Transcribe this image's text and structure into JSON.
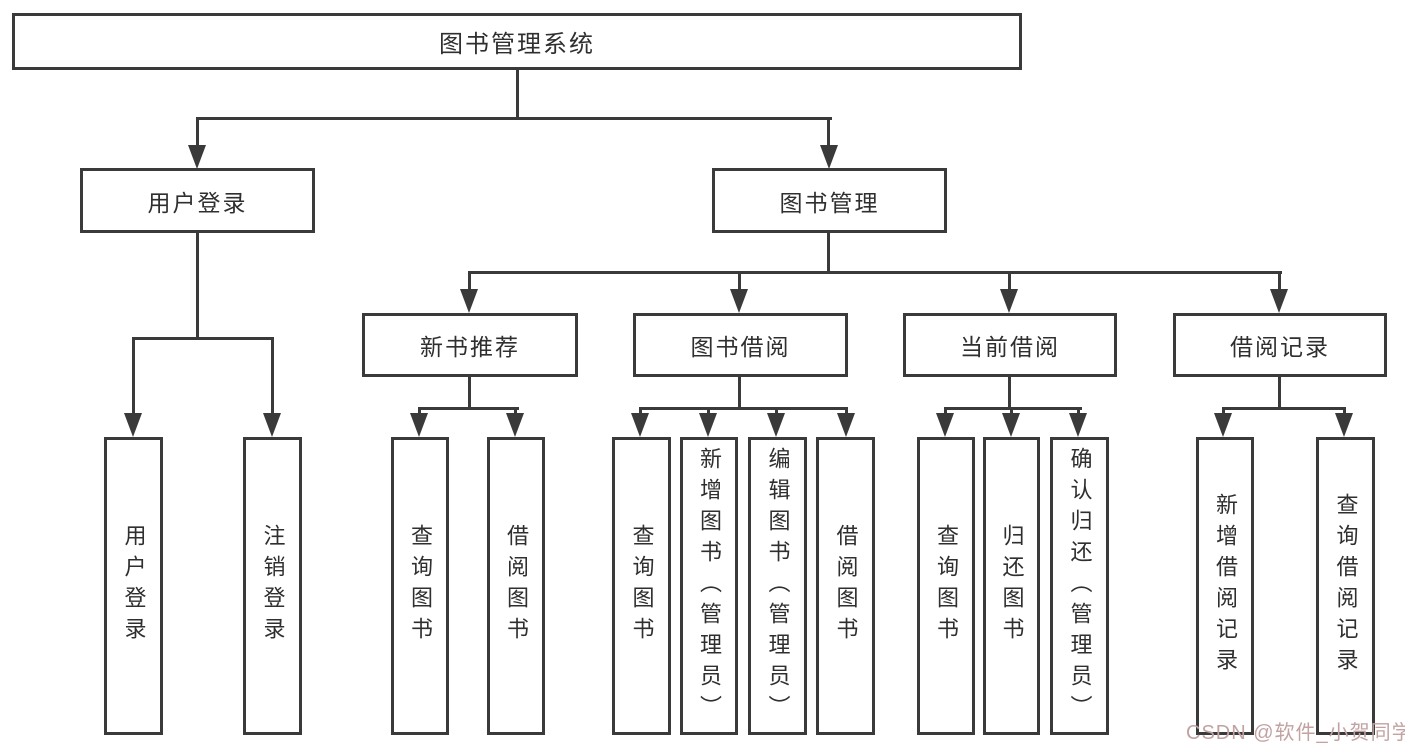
{
  "diagram": {
    "type": "hierarchy-tree",
    "root": {
      "label": "图书管理系统",
      "children": [
        {
          "label": "用户登录",
          "children": [
            {
              "label": "用户登录"
            },
            {
              "label": "注销登录"
            }
          ]
        },
        {
          "label": "图书管理",
          "children": [
            {
              "label": "新书推荐",
              "children": [
                {
                  "label": "查询图书"
                },
                {
                  "label": "借阅图书"
                }
              ]
            },
            {
              "label": "图书借阅",
              "children": [
                {
                  "label": "查询图书"
                },
                {
                  "label": "新增图书（管理员）"
                },
                {
                  "label": "编辑图书（管理员）"
                },
                {
                  "label": "借阅图书"
                }
              ]
            },
            {
              "label": "当前借阅",
              "children": [
                {
                  "label": "查询图书"
                },
                {
                  "label": "归还图书"
                },
                {
                  "label": "确认归还（管理员）"
                }
              ]
            },
            {
              "label": "借阅记录",
              "children": [
                {
                  "label": "新增借阅记录"
                },
                {
                  "label": "查询借阅记录"
                }
              ]
            }
          ]
        }
      ]
    }
  },
  "watermark": {
    "text": "CSDN @软件_小贺同学"
  },
  "colors": {
    "line": "#3a3a3a",
    "text": "#2f2f2f",
    "box_background": "#ffffff",
    "watermark": "#c2a2a2",
    "page_background": "#ffffff"
  }
}
